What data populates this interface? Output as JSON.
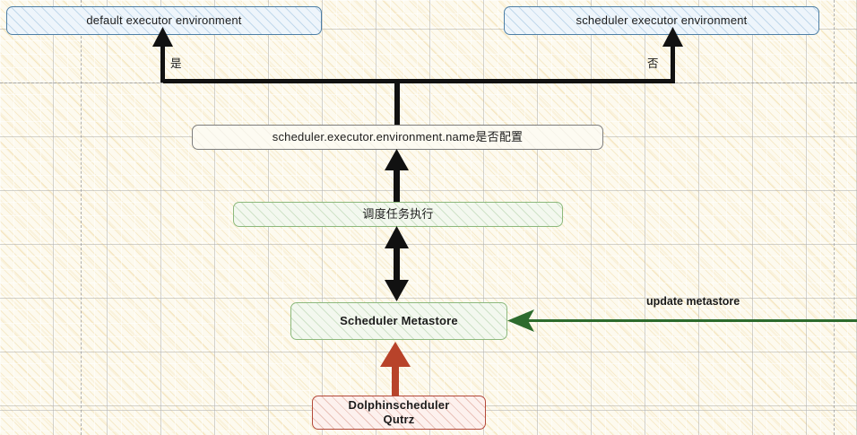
{
  "diagram": {
    "title": "scheduler executor environment decision flow",
    "colors": {
      "background": "#fdfaef",
      "grid": "#b0b0b0",
      "hatch": "#e9c878",
      "blue_border": "#4d7fa6",
      "blue_fill": "#eef5fb",
      "green_border": "#8cb97c",
      "green_fill": "#f3f8ef",
      "red_border": "#b4493a",
      "red_fill": "#fdf1ee",
      "gray_border": "#7d7d7d",
      "black_arrow": "#111111",
      "red_arrow": "#b8432a",
      "green_arrow": "#2d6b2d"
    },
    "nodes": {
      "default_env": "default executor environment",
      "scheduler_env": "scheduler executor environment",
      "decision": "scheduler.executor.environment.name是否配置",
      "task_exec": "调度任务执行",
      "metastore": "Scheduler Metastore",
      "dolphin_line1": "Dolphinscheduler",
      "dolphin_line2": "Qutrz"
    },
    "edge_labels": {
      "yes": "是",
      "no": "否",
      "update_metastore": "update metastore"
    }
  }
}
